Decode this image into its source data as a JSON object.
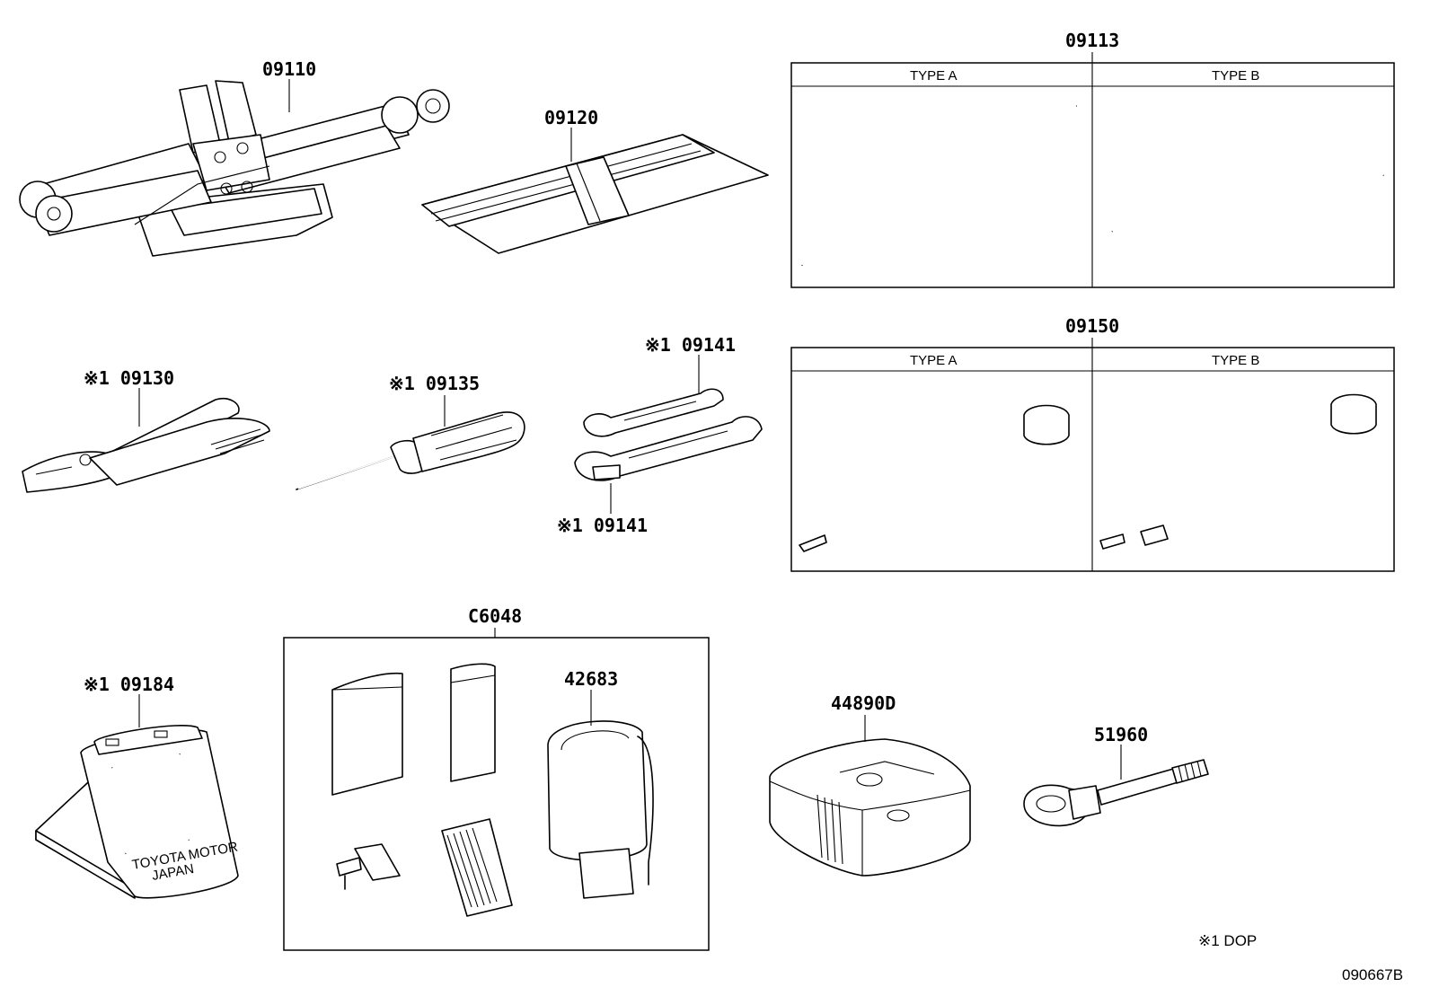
{
  "parts": {
    "p09110": "09110",
    "p09120": "09120",
    "p09113": "09113",
    "p09150": "09150",
    "p09130": "※1 09130",
    "p09135": "※1 09135",
    "p09141_top": "※1 09141",
    "p09141_bottom": "※1 09141",
    "p09184": "※1 09184",
    "pC6048": "C6048",
    "p42683": "42683",
    "p44890D": "44890D",
    "p51960": "51960"
  },
  "types": {
    "type_a": "TYPE A",
    "type_b": "TYPE B"
  },
  "wheel_chock_text": {
    "line1": "TOYOTA MOTOR",
    "line2": "JAPAN"
  },
  "footnote": "※1 DOP",
  "diagram_id": "090667B"
}
